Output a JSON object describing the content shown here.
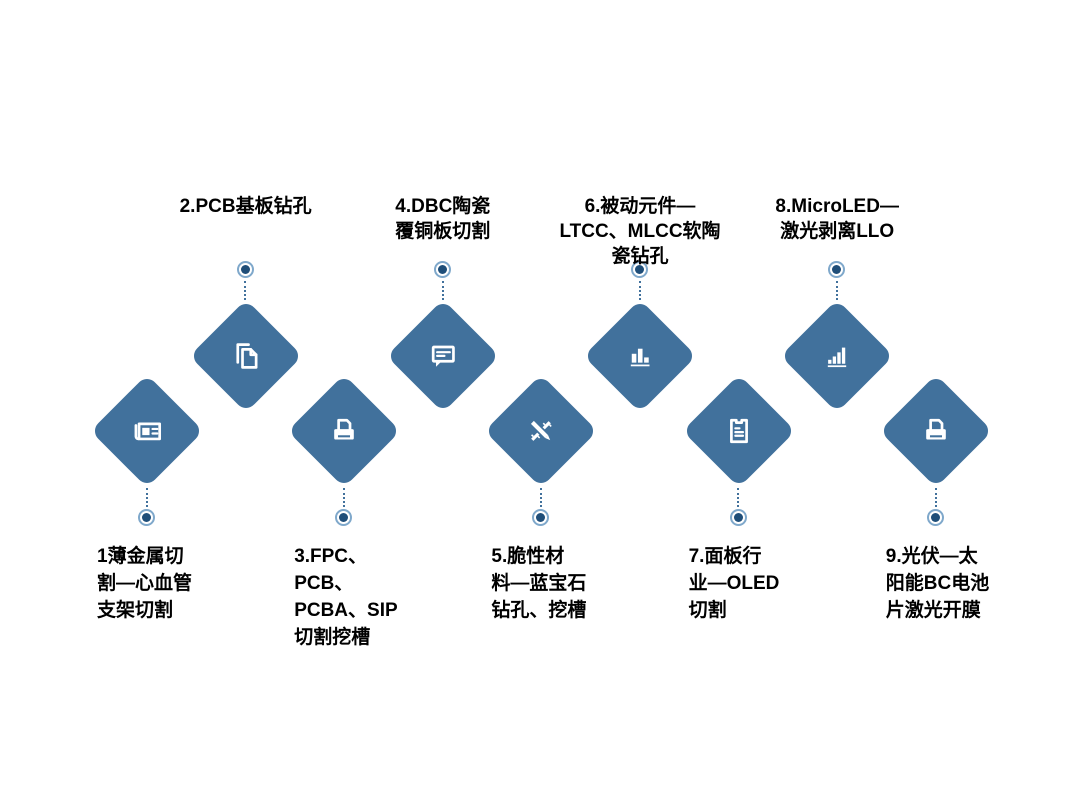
{
  "colors": {
    "diamond": "#41719C",
    "connector": "#41719C",
    "marker_ring": "#7FA8CB",
    "marker_inner": "#1F4E79",
    "label": "#000000",
    "icon": "#FFFFFF"
  },
  "items": [
    {
      "id": 1,
      "position": "bottom",
      "icon": "newspaper-icon",
      "label_lines": [
        "1薄金属切",
        "割—心血管",
        "支架切割"
      ]
    },
    {
      "id": 2,
      "position": "top",
      "icon": "copy-pages-icon",
      "label_lines": [
        "2.PCB基板钻孔"
      ]
    },
    {
      "id": 3,
      "position": "bottom",
      "icon": "printer-icon",
      "label_lines": [
        "3.FPC、",
        "PCB、",
        "PCBA、SIP",
        "切割挖槽"
      ]
    },
    {
      "id": 4,
      "position": "top",
      "icon": "comment-icon",
      "label_lines": [
        "4.DBC陶瓷",
        "覆铜板切割"
      ]
    },
    {
      "id": 5,
      "position": "bottom",
      "icon": "design-tools-icon",
      "label_lines": [
        "5.脆性材",
        "料—蓝宝石",
        "钻孔、挖槽"
      ]
    },
    {
      "id": 6,
      "position": "top",
      "icon": "bar-chart-icon",
      "label_lines": [
        "6.被动元件—",
        "LTCC、MLCC软陶",
        "瓷钻孔"
      ]
    },
    {
      "id": 7,
      "position": "bottom",
      "icon": "clipboard-icon",
      "label_lines": [
        "7.面板行",
        "业—OLED",
        "切割"
      ]
    },
    {
      "id": 8,
      "position": "top",
      "icon": "growth-chart-icon",
      "label_lines": [
        "8.MicroLED—",
        "激光剥离LLO"
      ]
    },
    {
      "id": 9,
      "position": "bottom",
      "icon": "printer-icon",
      "label_lines": [
        "9.光伏—太",
        "阳能BC电池",
        "片激光开膜"
      ]
    }
  ]
}
